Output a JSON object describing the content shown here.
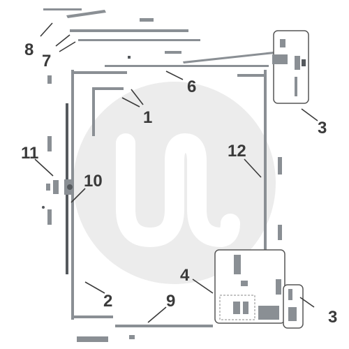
{
  "callouts": {
    "c1": "1",
    "c2": "2",
    "c3_top": "3",
    "c3_bottom": "3",
    "c4": "4",
    "c6": "6",
    "c7": "7",
    "c8": "8",
    "c9": "9",
    "c10": "10",
    "c11": "11",
    "c12": "12"
  },
  "colors": {
    "hardware": "#8a8f94",
    "hardware_dark": "#55595d",
    "label": "#3a3a3a",
    "leader": "#3a3a3a",
    "watermark": "#ececec",
    "box_border": "#555555"
  }
}
